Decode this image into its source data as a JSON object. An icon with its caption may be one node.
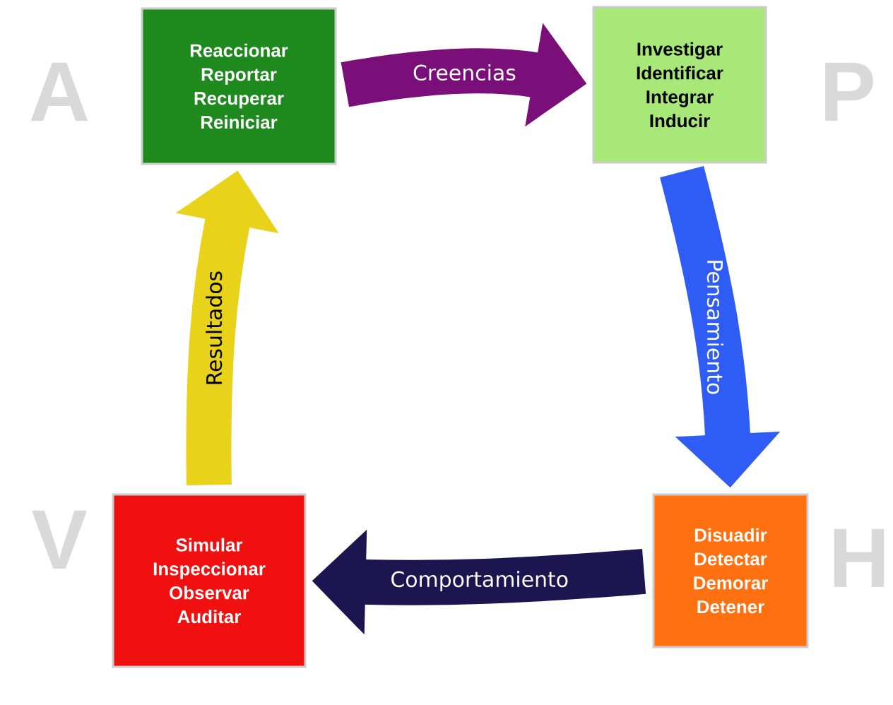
{
  "diagram": {
    "nodes": [
      {
        "text": [
          "Reaccionar",
          "Reportar",
          "Recuperar",
          "Reiniciar"
        ],
        "beside": [
          "A"
        ]
      },
      {
        "text": [
          "Investigar",
          "Identificar",
          "Integrar",
          "Inducir"
        ],
        "beside": [
          "P"
        ]
      },
      {
        "text": [
          "Simular",
          "Inspeccionar",
          "Observar",
          "Auditar"
        ],
        "beside": [
          "V"
        ]
      },
      {
        "text": [
          "Disuadir",
          "Detectar",
          "Demorar",
          "Detener"
        ],
        "beside": [
          "H"
        ]
      }
    ],
    "edges": [
      {
        "from": 0,
        "to": 1,
        "arrow": "to",
        "label": "Creencias",
        "color": "#7a0f7a"
      },
      {
        "from": 1,
        "to": 3,
        "arrow": "to",
        "label": "Pensamiento",
        "color": "#2e5cf5"
      },
      {
        "from": 3,
        "to": 2,
        "arrow": "to",
        "label": "Comportamiento",
        "color": "#1c1650"
      },
      {
        "from": 2,
        "to": 0,
        "arrow": "to",
        "label": "Resultados",
        "color": "#e8d21a"
      }
    ]
  }
}
